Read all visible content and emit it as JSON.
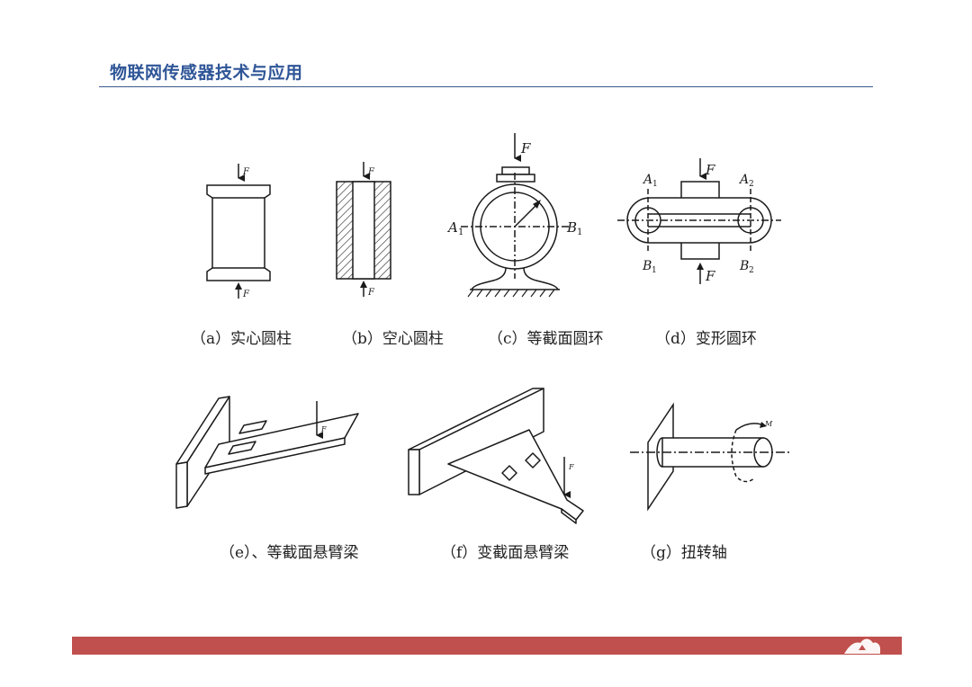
{
  "header": {
    "title": "物联网传感器技术与应用"
  },
  "captions": {
    "a": "（a）实心圆柱",
    "b": "（b）空心圆柱",
    "c": "（c）等截面圆环",
    "d": "（d）变形圆环",
    "e": "（e）、等截面悬臂梁",
    "f": "（f）变截面悬臂梁",
    "g": "（g）扭转轴"
  },
  "labels": {
    "force": "F",
    "moment": "M",
    "a1": "A",
    "b1": "B",
    "a2": "A",
    "b2": "B",
    "sub1": "1",
    "sub2": "2"
  },
  "colors": {
    "header": "#2f5597",
    "footer": "#c0504d",
    "line": "#1a1a1a"
  }
}
